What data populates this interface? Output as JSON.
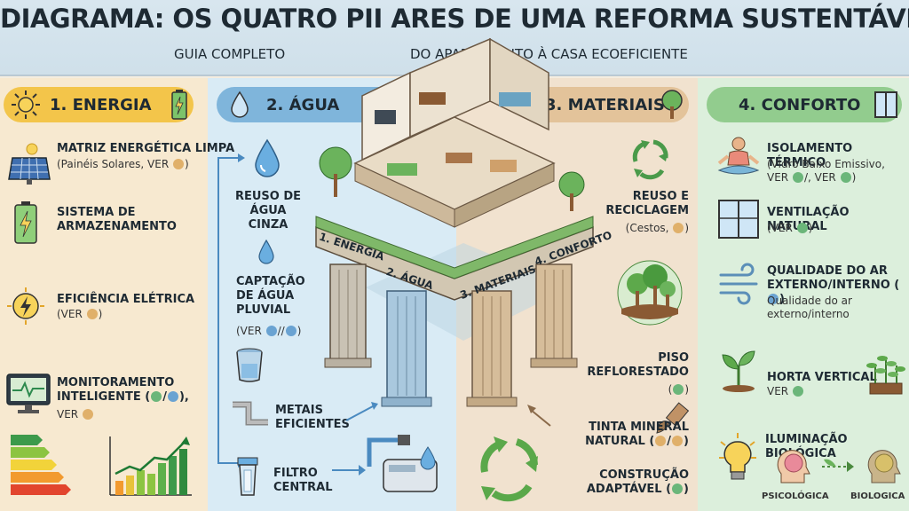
{
  "header": {
    "title": "DIAGRAMA: OS QUATRO PII ARES DE UMA REFORMA SUSTENTÁVEL",
    "subtitle_left": "GUIA COMPLETO",
    "subtitle_right": "DO APARTAMENTO À CASA ECOEFICIENTE"
  },
  "pillars": {
    "energia": {
      "title": "1. ENERGIA",
      "items": [
        {
          "label": "MATRIZ ENERGÉTICA LIMPA",
          "note": "(Painéis Solares, VER"
        },
        {
          "label": "SISTEMA DE\nARMAZENAMENTO"
        },
        {
          "label": "EFICIÊNCIA ELÉTRICA",
          "note": "(VER"
        },
        {
          "label": "MONITORAMENTO\nINTELIGENTE (",
          "note": "VER"
        }
      ]
    },
    "agua": {
      "title": "2. ÁGUA",
      "items": [
        {
          "label": "REUSO DE\nÁGUA CINZA"
        },
        {
          "label": "CAPTAÇÃO\nDE ÁGUA\nPLUVIAL",
          "note": "(VER"
        },
        {
          "label": "METAIS\nEFICIENTES"
        },
        {
          "label": "FILTRO\nCENTRAL"
        }
      ]
    },
    "materiais": {
      "title": "3. MATERIAIS",
      "items": [
        {
          "label": "REUSO E\nRECICLAGEM",
          "note": "(Cestos,"
        },
        {
          "label": "PISO\nREFLORESTADO"
        },
        {
          "label": "TINTA MINERAL\nNATURAL ("
        },
        {
          "label": "CONSTRUÇÃO\nADAPTÁVEL ("
        }
      ]
    },
    "conforto": {
      "title": "4. CONFORTO",
      "items": [
        {
          "label": "ISOLAMENTO TÉRMICO",
          "note": "(Vidro Baixo Emissivo,\nVER"
        },
        {
          "label": "VENTILAÇÃO NATURAL",
          "note": "(VER"
        },
        {
          "label": "QUALIDADE DO AR\nEXTERNO/INTERNO",
          "note": "Qualidade do ar\nexterno/interno"
        },
        {
          "label": "HORTA VERTICAL",
          "note": "VER"
        },
        {
          "label": "ILUMINAÇÃO BIOLÓGICA",
          "note_left": "PSICOLÓGICA",
          "note_right": "BIOLOGICA"
        }
      ]
    }
  },
  "plinth": {
    "label_1": "1. ENERGIA",
    "label_2": "2. ÁGUA",
    "label_3": "3. MATERIAIS",
    "label_4": "4. CONFORTO"
  },
  "colors": {
    "energia": "#f3c54a",
    "agua": "#7fb5db",
    "materiais": "#e3c39a",
    "conforto": "#92cc8e"
  }
}
